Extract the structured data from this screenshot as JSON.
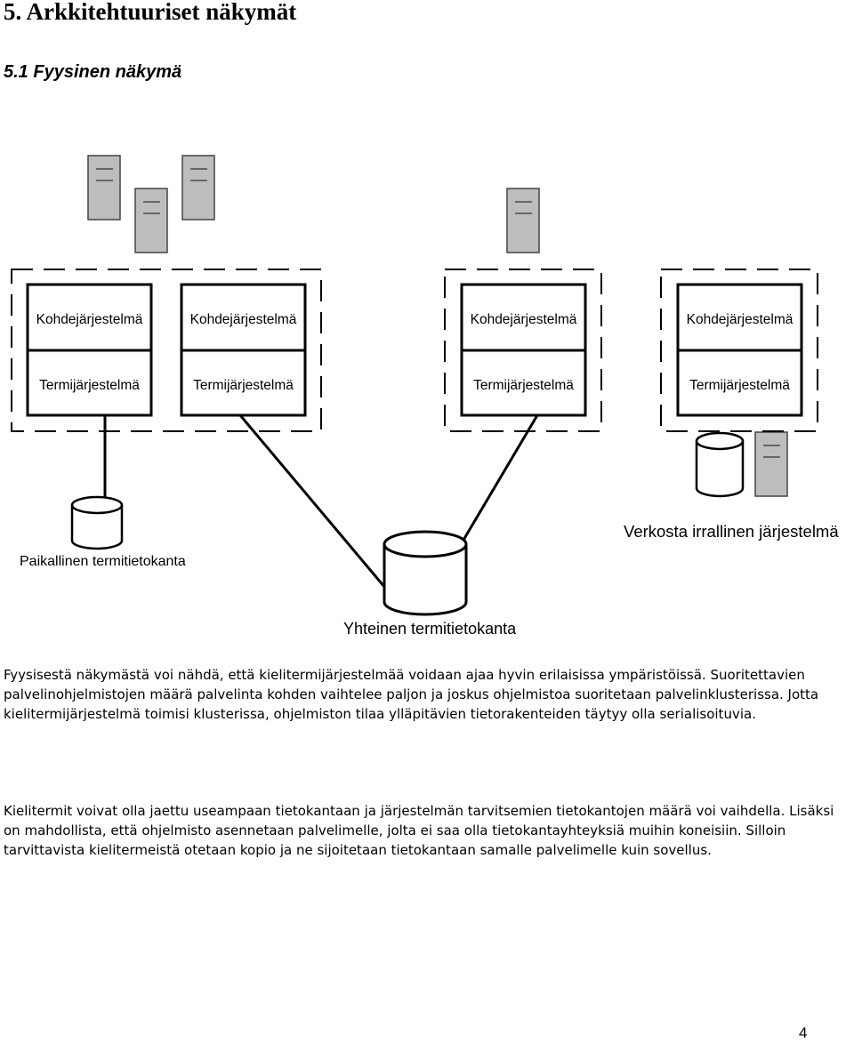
{
  "heading": "5. Arkkitehtuuriset näkymät",
  "subheading": "5.1 Fyysinen näkymä",
  "diagram": {
    "groups": [
      {
        "top_label": "Kohdejärjestelmä",
        "bottom_label": "Termijärjestelmä"
      },
      {
        "top_label": "Kohdejärjestelmä",
        "bottom_label": "Termijärjestelmä"
      },
      {
        "top_label": "Kohdejärjestelmä",
        "bottom_label": "Termijärjestelmä"
      },
      {
        "top_label": "Kohdejärjestelmä",
        "bottom_label": "Termijärjestelmä"
      }
    ],
    "local_db_label": "Paikallinen termitietokanta",
    "shared_db_label": "Yhteinen termitietokanta",
    "offline_label": "Verkosta irrallinen järjestelmä"
  },
  "paragraphs": [
    "Fyysisestä näkymästä voi nähdä, että kielitermijärjestelmää voidaan ajaa hyvin erilaisissa ympäristöissä. Suoritettavien palvelinohjelmistojen määrä palvelinta kohden vaihtelee paljon ja joskus ohjelmistoa suoritetaan palvelinklusterissa. Jotta kielitermijärjestelmä toimisi klusterissa, ohjelmiston tilaa ylläpitävien tietorakenteiden täytyy olla serialisoituvia.",
    "Kielitermit voivat olla jaettu useampaan tietokantaan ja järjestelmän tarvitsemien tietokantojen määrä voi vaihdella. Lisäksi on mahdollista, että ohjelmisto asennetaan palvelimelle, jolta ei saa olla tietokantayhteyksiä muihin koneisiin. Silloin tarvittavista kielitermeistä otetaan kopio ja ne sijoitetaan tietokantaan samalle palvelimelle kuin sovellus."
  ],
  "page_number": "4"
}
